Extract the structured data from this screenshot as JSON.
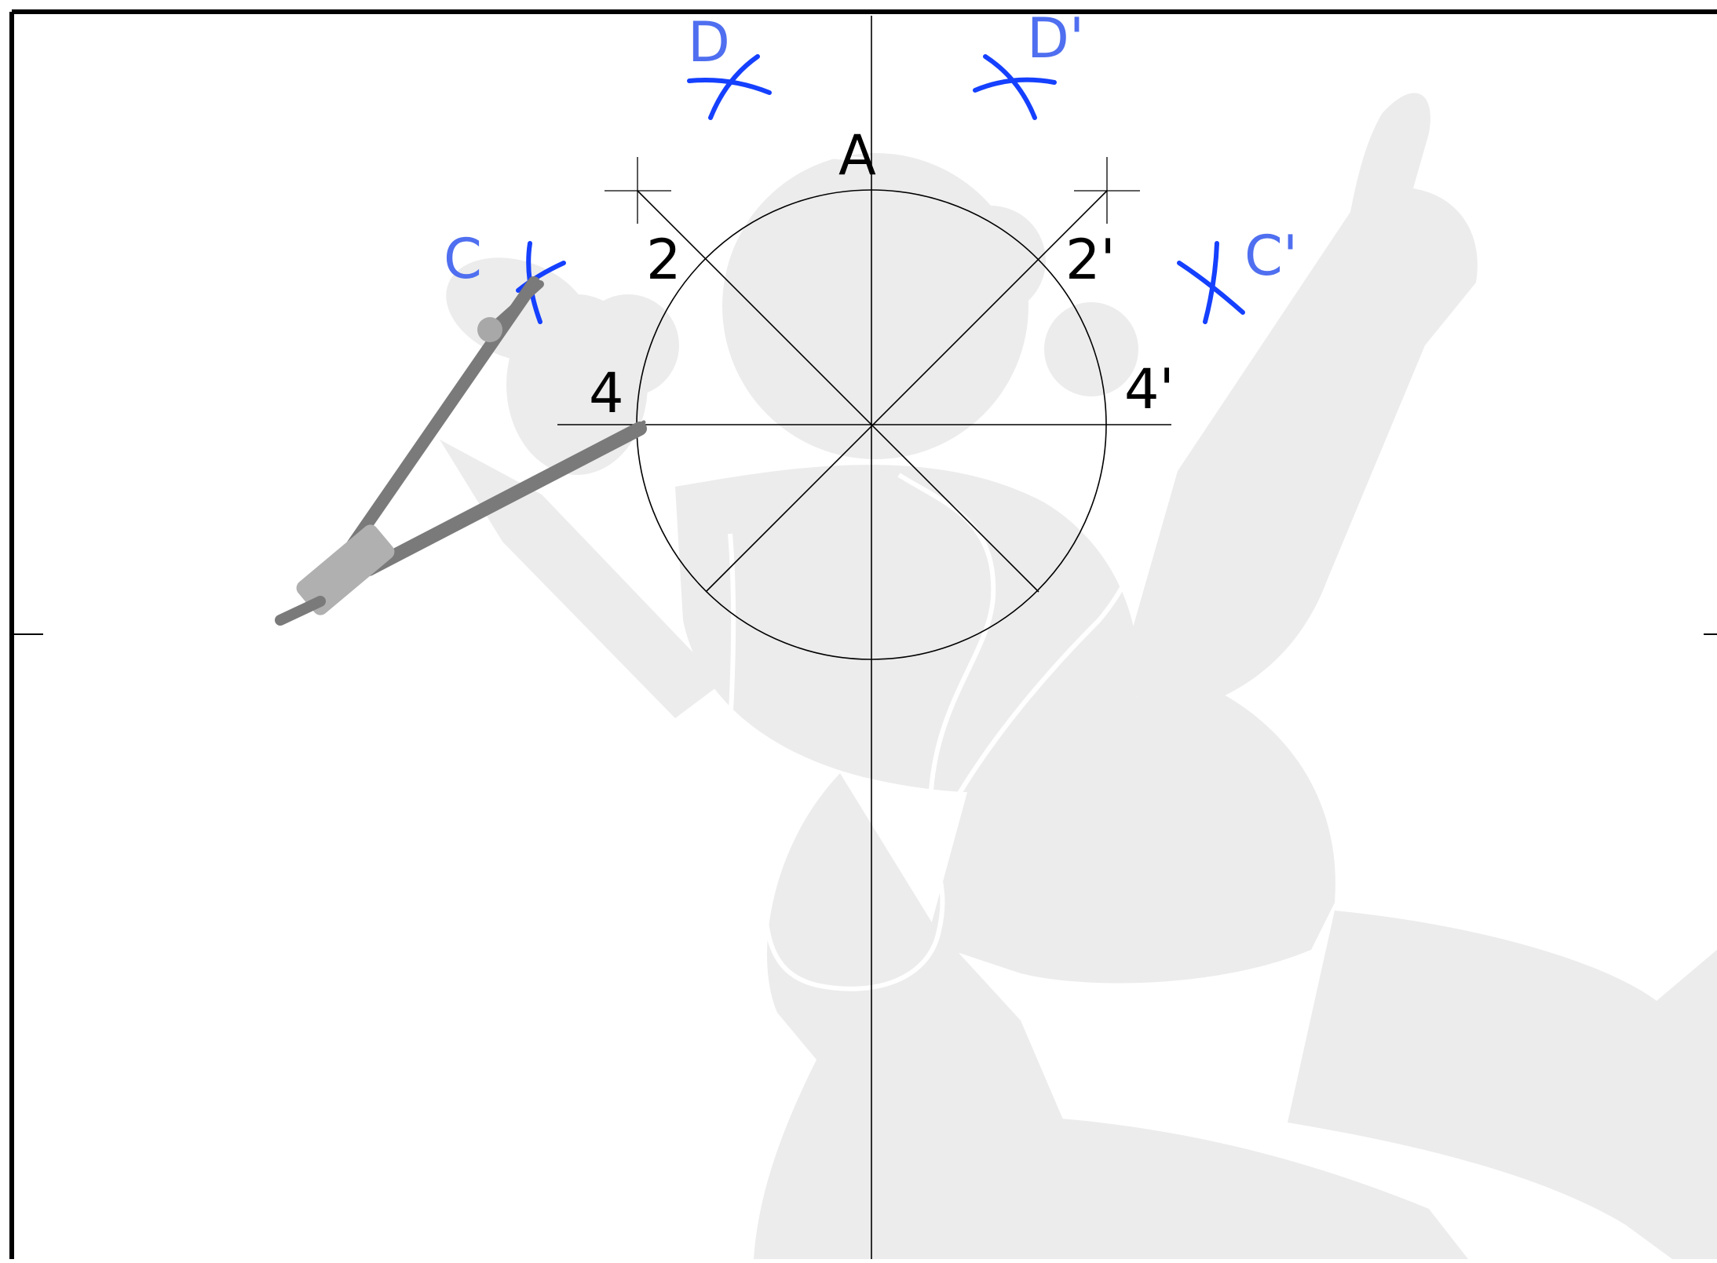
{
  "colors": {
    "construction_line": "#000000",
    "label_black": "#000000",
    "label_blue": "#4f6ff0",
    "arc_mark": "#1540ff",
    "silhouette": "#ececec",
    "compass_dark": "#7a7a7a",
    "compass_light": "#b0b0b0",
    "frame": "#000000"
  },
  "labels": {
    "top": "A",
    "upper_left_index": "2",
    "upper_right_index": "2'",
    "left_index": "4",
    "right_index": "4'",
    "blue_upper_left": "D",
    "blue_upper_right": "D'",
    "blue_left": "C",
    "blue_right": "C'"
  },
  "icons": {
    "tool": "compass-icon",
    "background": "figure-silhouette"
  }
}
